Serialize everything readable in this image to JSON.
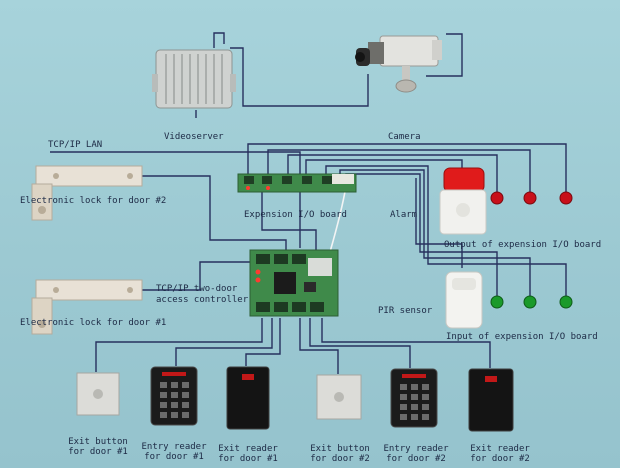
{
  "labels": {
    "videoserver": "Videoserver",
    "camera": "Camera",
    "tcpip_lan": "TCP/IP LAN",
    "lock2": "Electronic lock for door #2",
    "lock1": "Electronic lock for door #1",
    "expansion_board": "Expension I/O board",
    "alarm": "Alarm",
    "output_board": "Output of expension I/O board",
    "controller_line1": "TCP/IP two-door",
    "controller_line2": "access controller",
    "pir": "PIR sensor",
    "input_board": "Input of expension I/O board"
  },
  "devices": [
    {
      "line1": "Exit button",
      "line2": "for door #1"
    },
    {
      "line1": "Entry reader",
      "line2": "for door #1"
    },
    {
      "line1": "Exit reader",
      "line2": "for door #1"
    },
    {
      "line1": "Exit button",
      "line2": "for door #2"
    },
    {
      "line1": "Entry reader",
      "line2": "for door #2"
    },
    {
      "line1": "Exit reader",
      "line2": "for door #2"
    }
  ],
  "colors": {
    "wire": "#27305e",
    "wire_white": "#f2f4f4",
    "output_led": "#c8101a",
    "input_led": "#1a9a2a",
    "board": "#3f8a4a"
  }
}
